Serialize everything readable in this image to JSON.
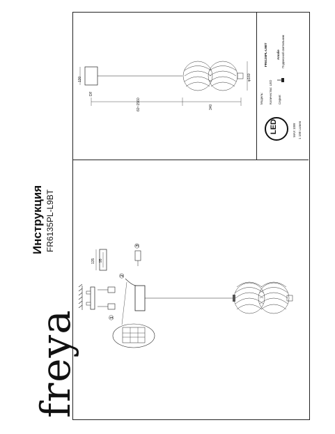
{
  "brand": {
    "logo_text": "freya"
  },
  "header": {
    "title": "Инструкция",
    "model": "FR6135PL-L9BT"
  },
  "callouts": [
    "①",
    "②",
    "③"
  ],
  "step_dims": {
    "outer": "135",
    "inner": "95"
  },
  "product_drawing": {
    "dims": {
      "canopy_height": "130",
      "adjust_length": "60~1560",
      "shade_length": "340",
      "ball_diameter": "φ160",
      "canopy_tag": "DF"
    }
  },
  "spec": {
    "model_label": "Модель:",
    "model_value": "FR6135PL-L9BT",
    "lamp_label": "Количество: LED",
    "series_label": "Серия:",
    "series_value": "Amalie",
    "type_value": "Подвесной светильник",
    "led_logo": "LED",
    "max_power": "MAX 10W",
    "lumen": "1 100 Lumen"
  },
  "colors": {
    "line": "#222222",
    "accent": "#c46c50"
  }
}
